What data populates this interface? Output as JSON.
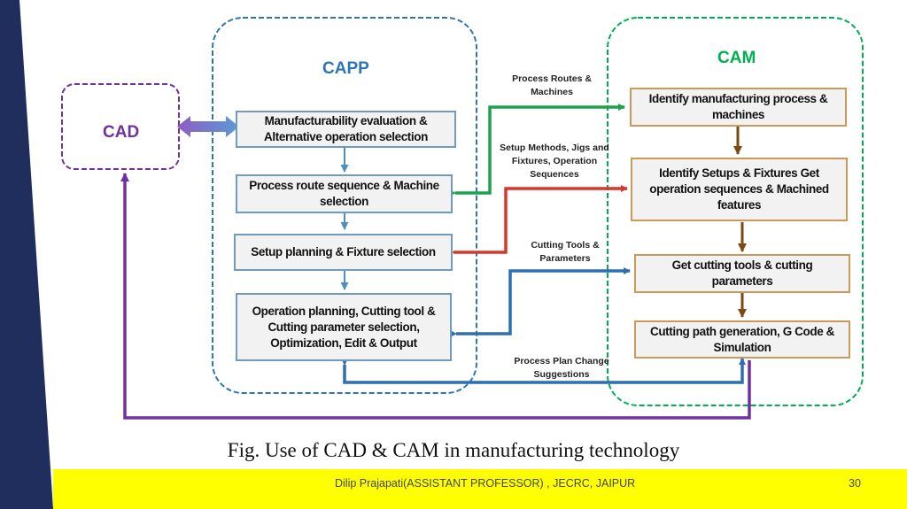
{
  "groups": {
    "cad": "CAD",
    "capp": "CAPP",
    "cam": "CAM"
  },
  "capp_steps": [
    "Manufacturability evaluation & Alternative operation selection",
    "Process route sequence & Machine selection",
    "Setup planning & Fixture selection",
    "Operation planning, Cutting tool & Cutting parameter selection, Optimization, Edit & Output"
  ],
  "cam_steps": [
    "Identify manufacturing process & machines",
    "Identify Setups & Fixtures Get operation sequences & Machined features",
    "Get cutting tools & cutting parameters",
    "Cutting path generation, G Code & Simulation"
  ],
  "edge_labels": {
    "process_routes": "Process Routes & Machines",
    "setup_methods": "Setup Methods, Jigs and Fixtures, Operation Sequences",
    "cutting_tools": "Cutting Tools & Parameters",
    "process_plan": "Process Plan Change Suggestions"
  },
  "caption": "Fig. Use of CAD & CAM in manufacturing technology",
  "footer": {
    "text": "Dilip Prajapati(ASSISTANT PROFESSOR) , JECRC, JAIPUR",
    "page": "30"
  },
  "colors": {
    "navy": "#1f2e5c",
    "cad_purple": "#7030a0",
    "capp_blue": "#2e75b6",
    "cam_green": "#00b050",
    "arrow_green": "#1aa34a",
    "arrow_red": "#d9362b",
    "arrow_blue": "#2e6fb0",
    "arrow_brown": "#7b4a12",
    "footer_yellow": "#ffff00"
  }
}
